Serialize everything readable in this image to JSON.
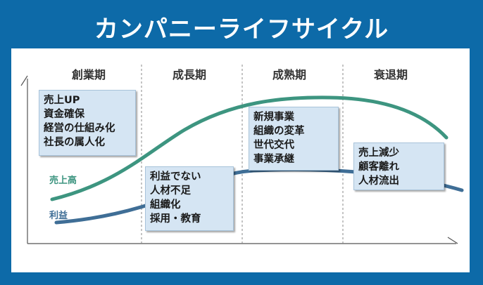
{
  "title": "カンパニーライフサイクル",
  "colors": {
    "background": "#0d6aa8",
    "sales_line": "#3d9580",
    "profit_line": "#3f6e96",
    "box_fill": "#d5e5f3"
  },
  "stages": [
    "創業期",
    "成長期",
    "成熟期",
    "衰退期"
  ],
  "series": {
    "sales": "売上高",
    "profit": "利益"
  },
  "boxes": {
    "startup": [
      "売上UP",
      "資金確保",
      "経営の仕組み化",
      "社長の属人化"
    ],
    "growth": [
      "利益でない",
      "人材不足",
      "組織化",
      "採用・教育"
    ],
    "maturity": [
      "新規事業",
      "組織の変革",
      "世代交代",
      "事業承継"
    ],
    "decline": [
      "売上減少",
      "顧客離れ",
      "人材流出"
    ]
  }
}
